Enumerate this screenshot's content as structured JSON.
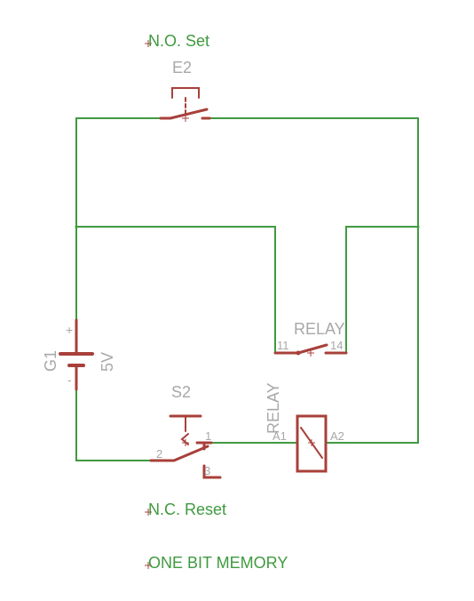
{
  "colors": {
    "wire": "#3f9a3f",
    "component": "#a8403a",
    "label": "#a8a8a8",
    "background": "#ffffff"
  },
  "annotations": {
    "no_set": "N.O. Set",
    "nc_reset": "N.C. Reset",
    "title": "ONE BIT MEMORY"
  },
  "components": {
    "e2": {
      "name": "E2"
    },
    "g1": {
      "name": "G1",
      "value": "5V",
      "plus": "+",
      "minus": "-"
    },
    "s2": {
      "name": "S2",
      "pin1": "1",
      "pin2": "2",
      "pin3": "3"
    },
    "relay_contact": {
      "name": "RELAY",
      "pin_a": "11",
      "pin_b": "14"
    },
    "relay_coil": {
      "name": "RELAY",
      "pin_a": "A1",
      "pin_b": "A2"
    }
  }
}
